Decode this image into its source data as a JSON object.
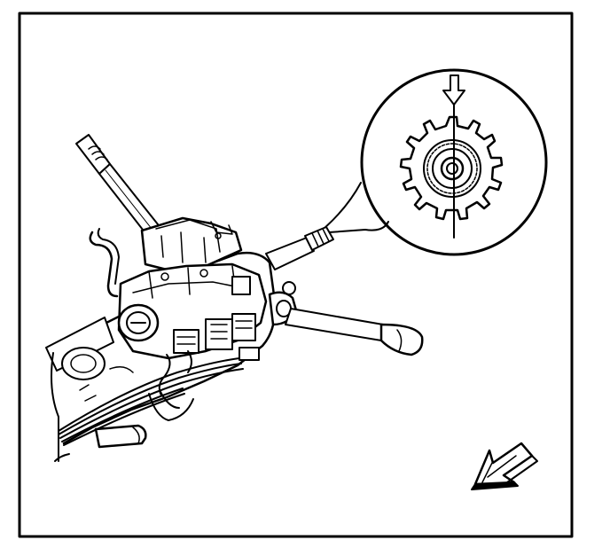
{
  "figure": {
    "title": "",
    "caption": "",
    "subject": "steering-column-assembly",
    "detail_view": "steering-shaft-gear-alignment",
    "indicators": [
      "alignment-arrow-down",
      "front-direction-arrow"
    ],
    "colors": {
      "line": "#000000",
      "background": "#ffffff"
    }
  }
}
